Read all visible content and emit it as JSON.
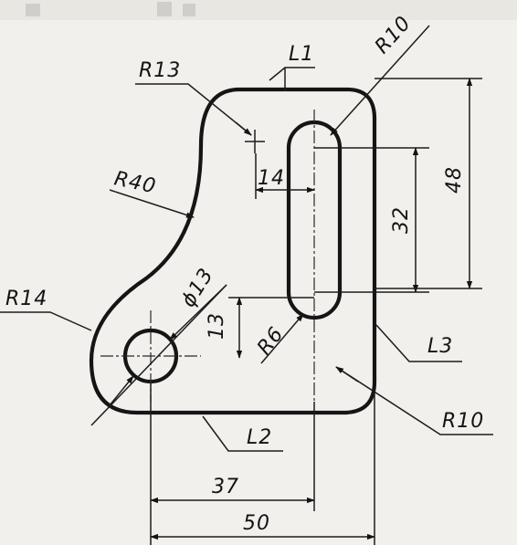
{
  "drawing": {
    "labels": {
      "l1": "L1",
      "l2": "L2",
      "l3": "L3",
      "r10_top": "R10",
      "r10_bottom": "R10",
      "r13": "R13",
      "r40": "R40",
      "r14": "R14",
      "r6": "R6",
      "phi13": "ϕ13",
      "d14": "14",
      "d32": "32",
      "d48": "48",
      "d13": "13",
      "d37": "37",
      "d50": "50"
    },
    "colors": {
      "paper": "#f1f0ec",
      "ink": "#151515"
    }
  }
}
